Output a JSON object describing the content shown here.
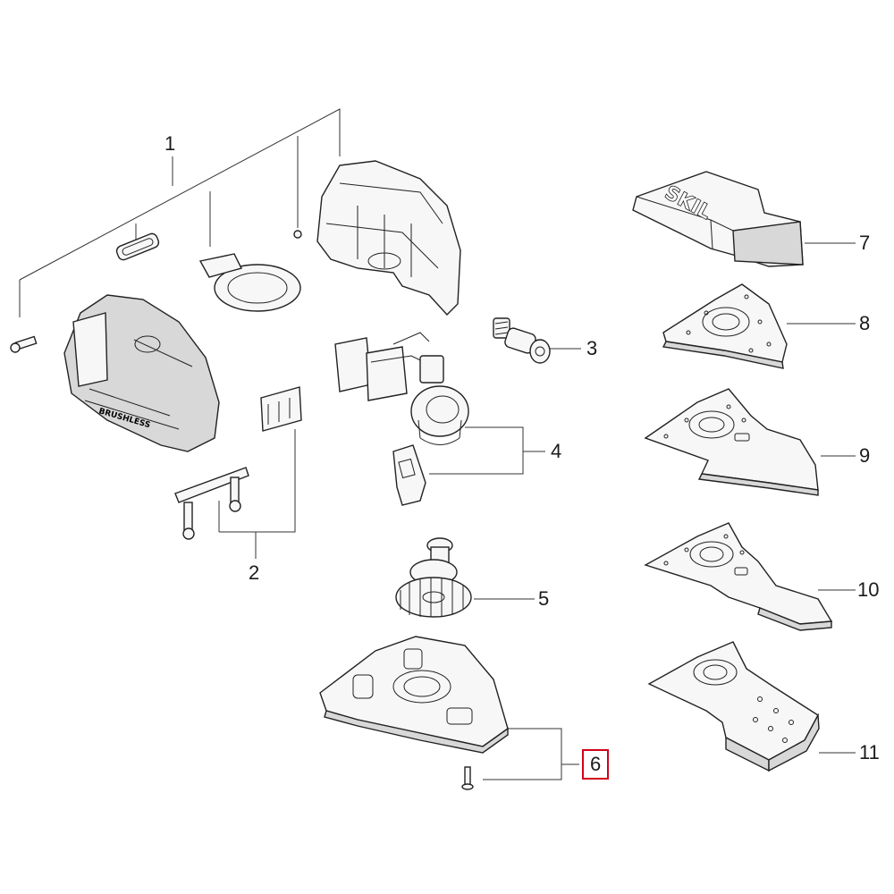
{
  "diagram": {
    "callouts": [
      {
        "id": "1",
        "text": "1"
      },
      {
        "id": "2",
        "text": "2"
      },
      {
        "id": "3",
        "text": "3"
      },
      {
        "id": "4",
        "text": "4"
      },
      {
        "id": "5",
        "text": "5"
      },
      {
        "id": "6",
        "text": "6",
        "selected": true
      },
      {
        "id": "7",
        "text": "7"
      },
      {
        "id": "8",
        "text": "8"
      },
      {
        "id": "9",
        "text": "9"
      },
      {
        "id": "10",
        "text": "10"
      },
      {
        "id": "11",
        "text": "11"
      }
    ],
    "markings": {
      "dust_box_logo": "SKIL",
      "housing_badge": "BRUSHLESS"
    },
    "highlight_color": "#d0021b"
  }
}
